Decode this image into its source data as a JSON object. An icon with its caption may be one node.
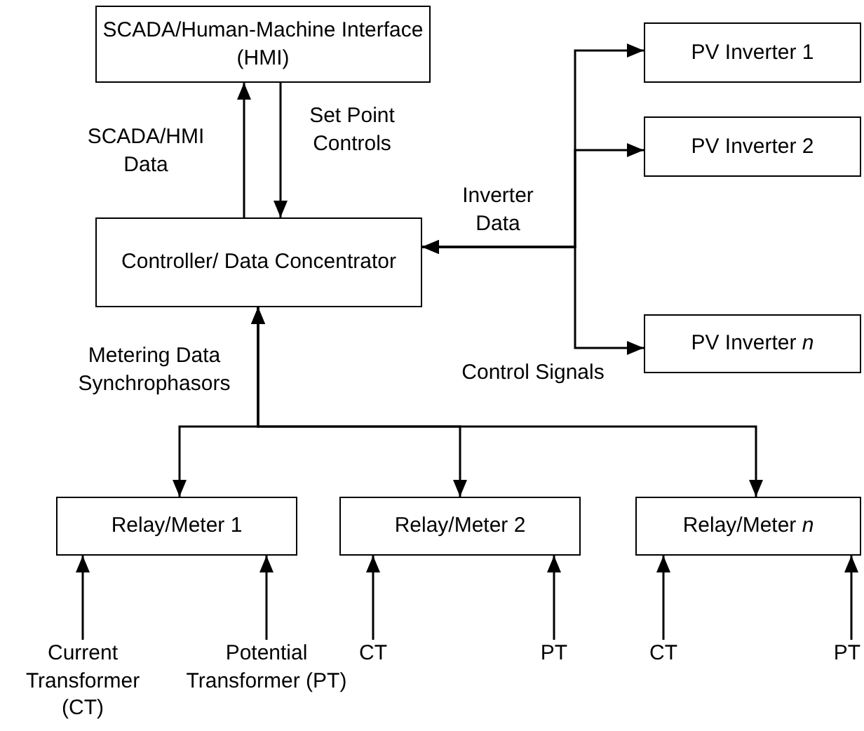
{
  "diagram": {
    "nodes": [
      {
        "text": [
          "SCADA/Human-Machine Interface (HMI)"
        ]
      },
      {
        "text": [
          "Controller/ Data Concentrator"
        ]
      },
      {
        "text": [
          "PV Inverter 1"
        ]
      },
      {
        "text": [
          "PV Inverter 2"
        ]
      },
      {
        "text": [
          "PV Inverter *n*"
        ]
      },
      {
        "text": [
          "Relay/Meter 1"
        ]
      },
      {
        "text": [
          "Relay/Meter 2"
        ]
      },
      {
        "text": [
          "Relay/Meter *n*"
        ]
      },
      {
        "text": [
          "Current Transformer (CT)"
        ]
      },
      {
        "text": [
          "Potential Transformer (PT)"
        ]
      },
      {
        "text": [
          "CT"
        ]
      },
      {
        "text": [
          "PT"
        ]
      },
      {
        "text": [
          "CT"
        ]
      },
      {
        "text": [
          "PT"
        ]
      }
    ],
    "edges": [
      {
        "from": 1,
        "to": 0,
        "arrow": "to",
        "label": "SCADA/HMI Data"
      },
      {
        "from": 0,
        "to": 1,
        "arrow": "to",
        "label": "Set Point Controls"
      },
      {
        "from": 1,
        "to": 2,
        "arrow": "both",
        "label": "Inverter Data"
      },
      {
        "from": 1,
        "to": 3,
        "arrow": "both"
      },
      {
        "from": 1,
        "to": 4,
        "arrow": "both",
        "label": "Control Signals"
      },
      {
        "from": 1,
        "to": 5,
        "arrow": "both",
        "label": "Metering Data Synchrophasors"
      },
      {
        "from": 1,
        "to": 6,
        "arrow": "both"
      },
      {
        "from": 1,
        "to": 7,
        "arrow": "both"
      },
      {
        "from": 8,
        "to": 5,
        "arrow": "to"
      },
      {
        "from": 9,
        "to": 5,
        "arrow": "to"
      },
      {
        "from": 10,
        "to": 6,
        "arrow": "to"
      },
      {
        "from": 11,
        "to": 6,
        "arrow": "to"
      },
      {
        "from": 12,
        "to": 7,
        "arrow": "to"
      },
      {
        "from": 13,
        "to": 7,
        "arrow": "to"
      }
    ]
  }
}
